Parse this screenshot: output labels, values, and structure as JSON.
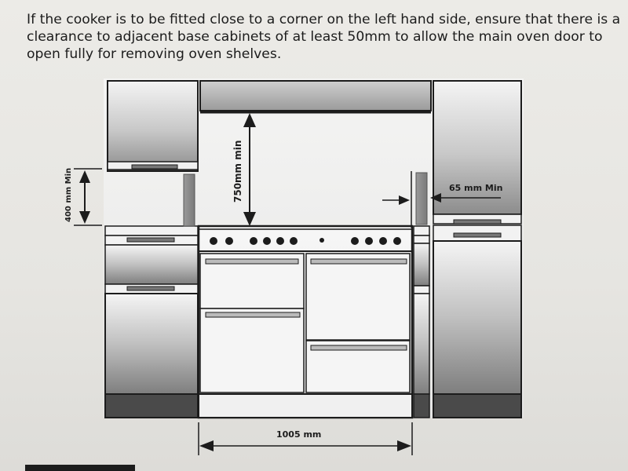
{
  "instruction": {
    "line1": "If the cooker is to be fitted close to a corner on the left hand side, ensure that there is a",
    "line2": "clearance to adjacent base cabinets of at least 50mm to allow the main oven door to",
    "line3": "open fully for removing oven shelves."
  },
  "dimensions": {
    "height_above_hob": "750mm min",
    "side_clearance_height": "400 mm Min",
    "side_gap": "65 mm Min",
    "cooker_width": "1005 mm"
  },
  "colors": {
    "ink": "#1c1c1c",
    "cabinet_gradient_light": "#f2f2f2",
    "cabinet_gradient_dark": "#9a9a9a",
    "plinth": "#4a4a4a",
    "panel": "#8f8f8f"
  }
}
